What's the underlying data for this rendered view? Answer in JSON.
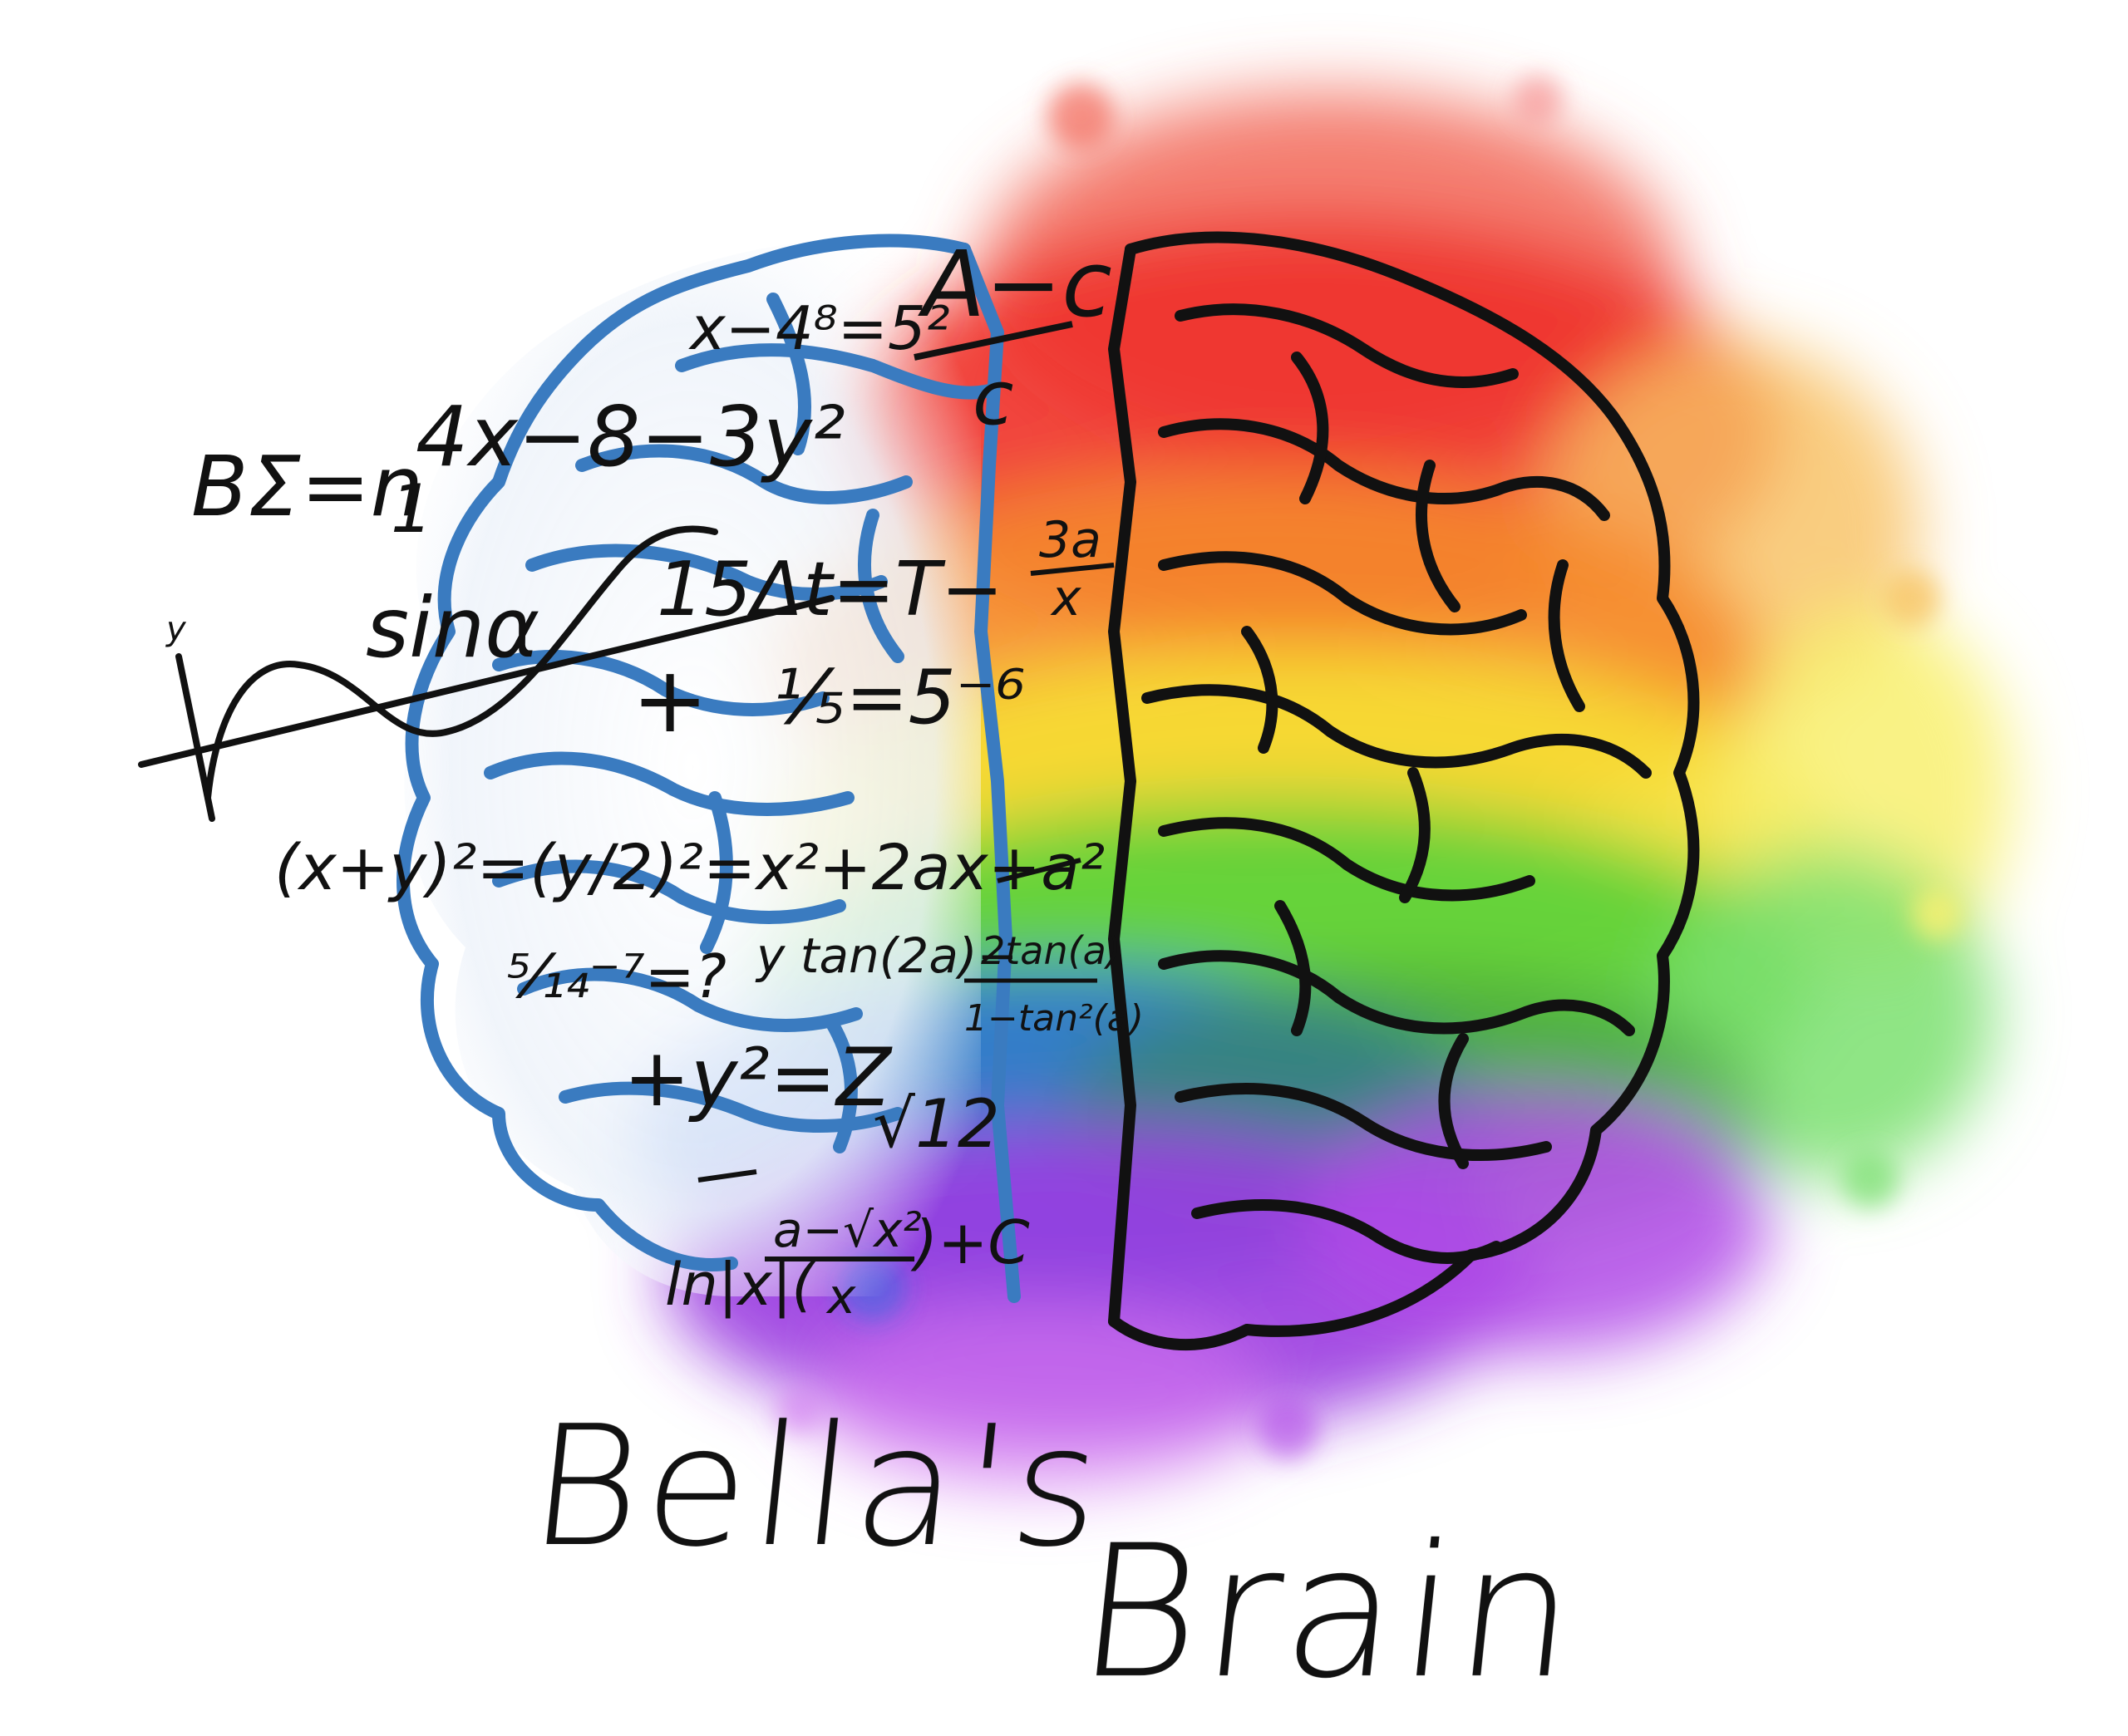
{
  "title": {
    "line1": "Bella's",
    "line2": "Brain"
  },
  "equations": [
    "x−4⁸=5²",
    "A−c",
    "c",
    "BΣ=n",
    "4x−8−3y²",
    "1",
    "sinα",
    "y",
    "15Δt=T−",
    "3a",
    "x",
    "+",
    "¹⁄₅=5⁻⁶",
    "(x+y)²=(y/2)²=x²+2ax+a²",
    "y tan(2a)−",
    "2tan(a)",
    "1−tan²(a)",
    "⁵⁄₁₄⁻⁷=?",
    "+y²=Z",
    "√12",
    "ln|x|(",
    "a−√x²",
    "x",
    ")+C"
  ],
  "colors": {
    "brain_left_outline": "#3a7bc0",
    "brain_right_outline": "#111111",
    "ink": "#111111",
    "splash_red": "#f0302a",
    "splash_orange": "#f58a2a",
    "splash_yellow": "#f7e034",
    "splash_green": "#58d23a",
    "splash_blue": "#2d6ee0",
    "splash_purple": "#9a3ce0",
    "splash_pink": "#f06a8a"
  },
  "icons": {
    "logo": "brain-half-math-half-paint-icon"
  }
}
